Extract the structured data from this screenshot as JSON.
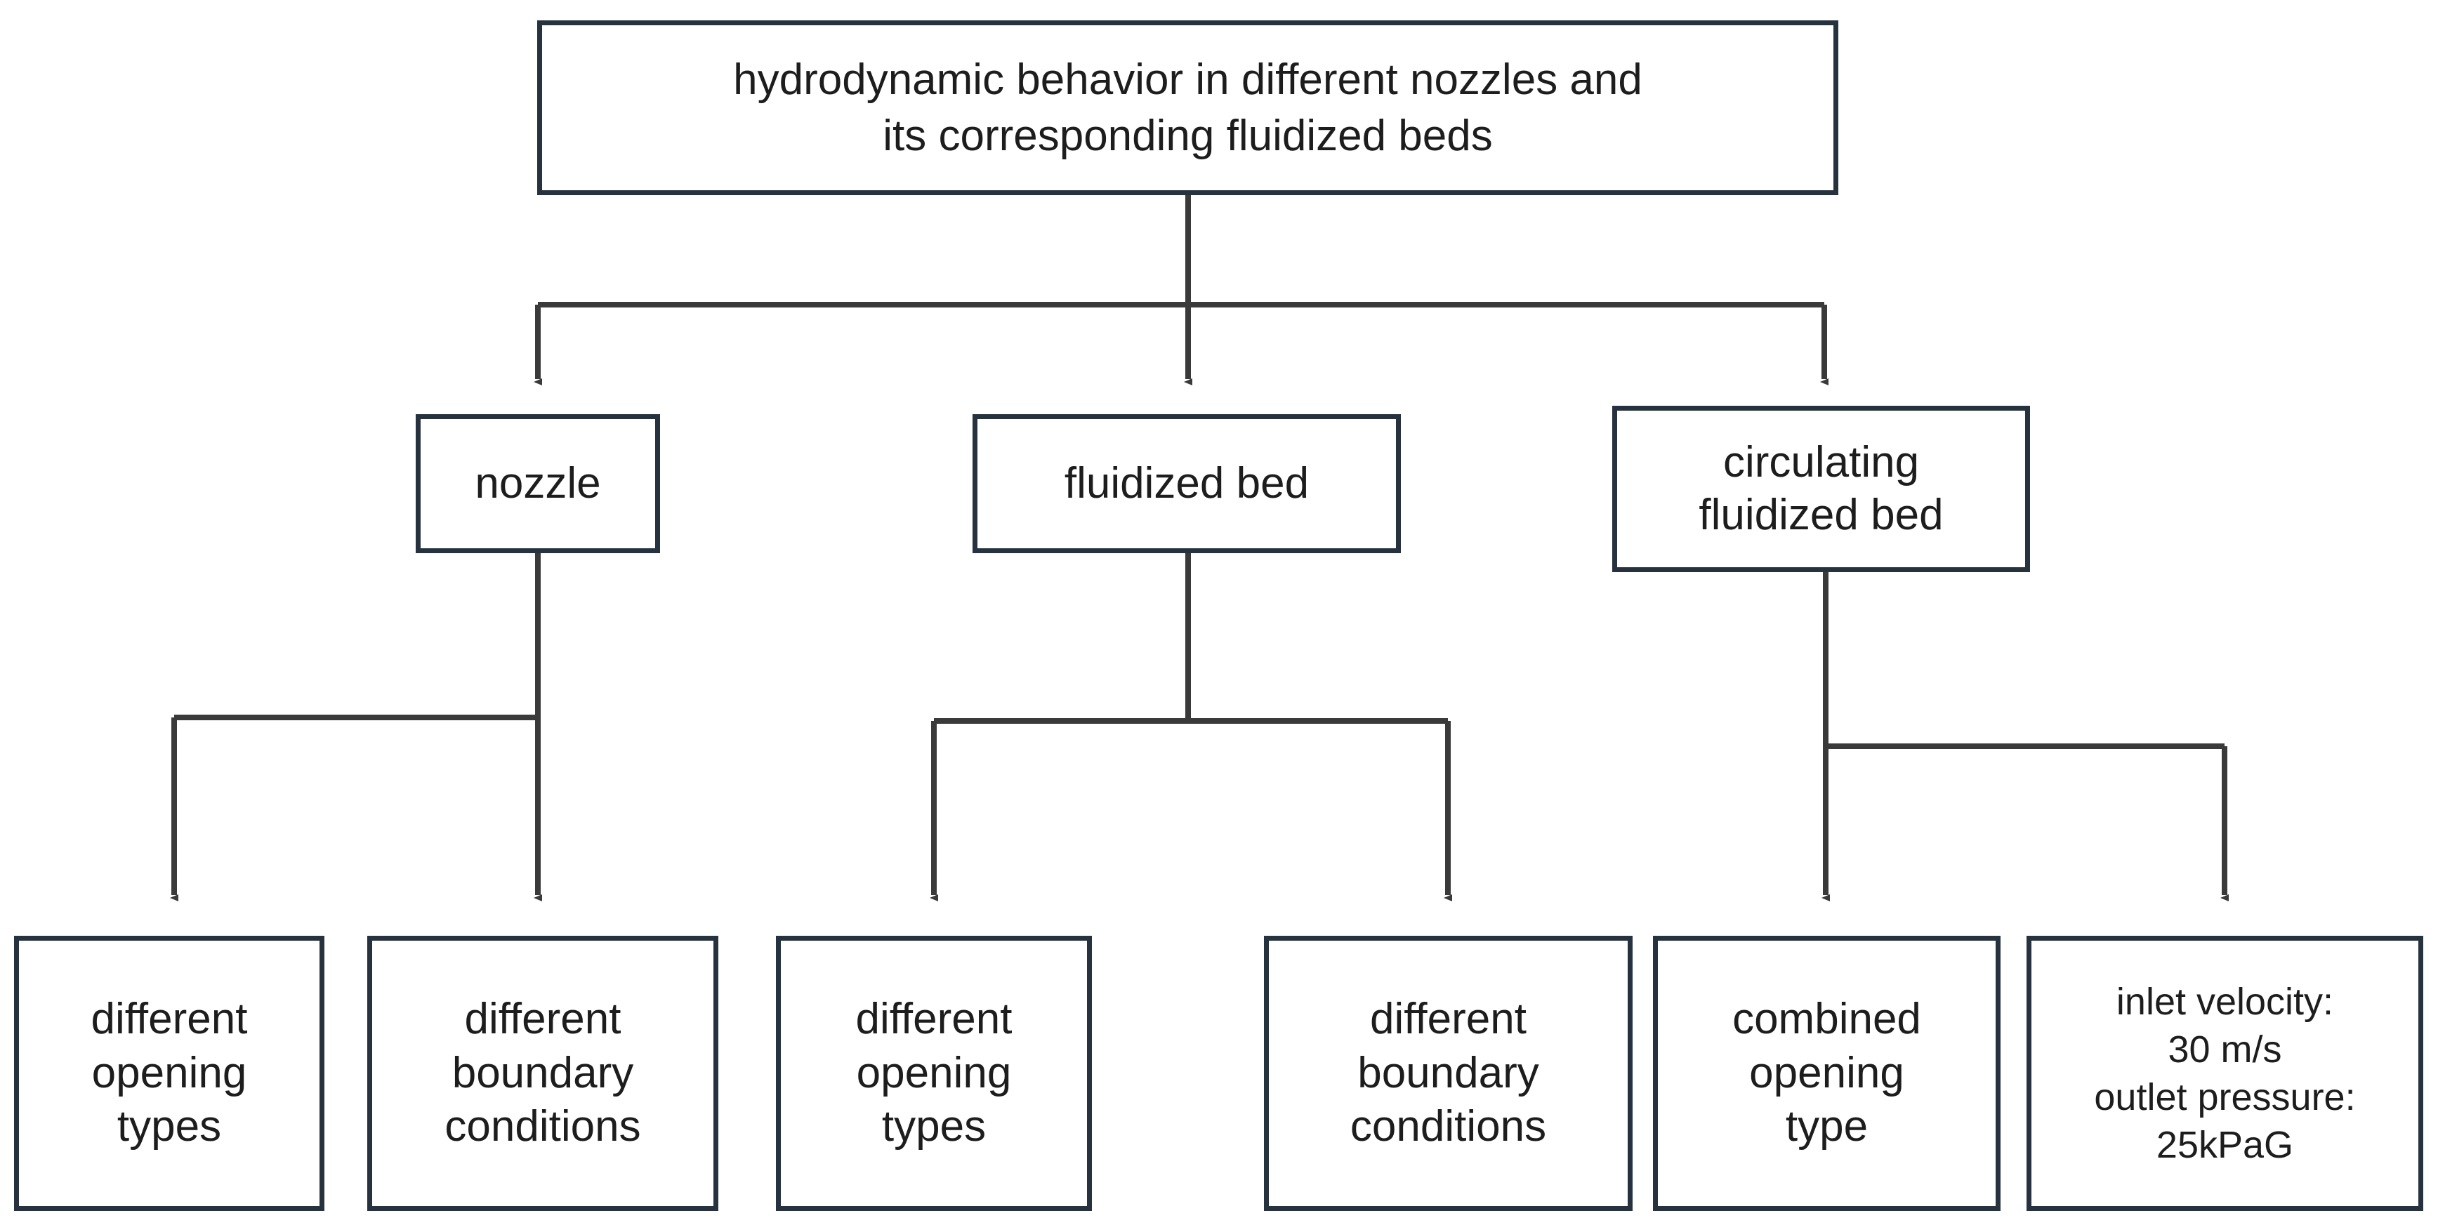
{
  "diagram": {
    "title": "hydrodynamic behavior in different nozzles and its corresponding fluidized beds",
    "type": "tree-flowchart",
    "colors": {
      "box_border": "#26333f",
      "box_fill": "#ffffff",
      "connector": "#3a3a3a",
      "text": "#1d1d1d",
      "background": "#ffffff"
    },
    "root": {
      "id": "root",
      "label": "hydrodynamic behavior in different nozzles and\nits corresponding fluidized beds"
    },
    "level1": [
      {
        "id": "nozzle",
        "label": "nozzle"
      },
      {
        "id": "fluidized-bed",
        "label": "fluidized bed"
      },
      {
        "id": "circulating-fluidized-bed",
        "label": "circulating\nfluidized bed"
      }
    ],
    "leaves": [
      {
        "id": "nozzle-opening-types",
        "parent": "nozzle",
        "label": "different\nopening\ntypes"
      },
      {
        "id": "nozzle-boundary-conditions",
        "parent": "nozzle",
        "label": "different\nboundary\nconditions"
      },
      {
        "id": "bed-opening-types",
        "parent": "fluidized-bed",
        "label": "different\nopening\ntypes"
      },
      {
        "id": "bed-boundary-conditions",
        "parent": "fluidized-bed",
        "label": "different\nboundary\nconditions"
      },
      {
        "id": "cfb-combined-opening-type",
        "parent": "circulating-fluidized-bed",
        "label": "combined\nopening\ntype"
      },
      {
        "id": "cfb-operating-conditions",
        "parent": "circulating-fluidized-bed",
        "label": "inlet velocity:\n30 m/s\noutlet pressure:\n25kPaG"
      }
    ]
  }
}
